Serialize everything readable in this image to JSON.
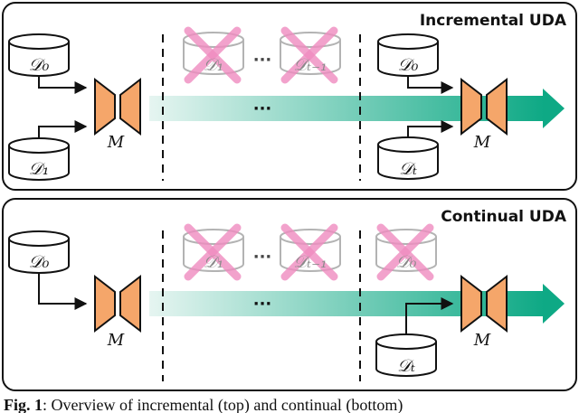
{
  "panels": [
    {
      "title": "Incremental UDA",
      "left_sources": [
        "𝒟₀",
        "𝒟₁"
      ],
      "model_label": "M",
      "past_domains": [
        "𝒟₁",
        "𝒟ₜ₋₁"
      ],
      "past_separator": "···",
      "flow_dots": "···",
      "right_sources": [
        "𝒟₀",
        "𝒟ₜ"
      ],
      "right_model_label": "M"
    },
    {
      "title": "Continual UDA",
      "left_sources": [
        "𝒟₀"
      ],
      "model_label": "M",
      "past_domains": [
        "𝒟₁",
        "𝒟ₜ₋₁",
        "𝒟₀"
      ],
      "past_separator": "···",
      "flow_dots": "···",
      "right_sources": [
        "𝒟ₜ"
      ],
      "right_model_label": "M"
    }
  ],
  "caption": {
    "prefix": "Fig. 1",
    "text": ": Overview of incremental (top) and continual (bottom)"
  },
  "colors": {
    "model_fill": "#f5a66a",
    "cross": "#f08cc0",
    "arrow_start": "#e6f5f1",
    "arrow_end": "#0ea985"
  }
}
